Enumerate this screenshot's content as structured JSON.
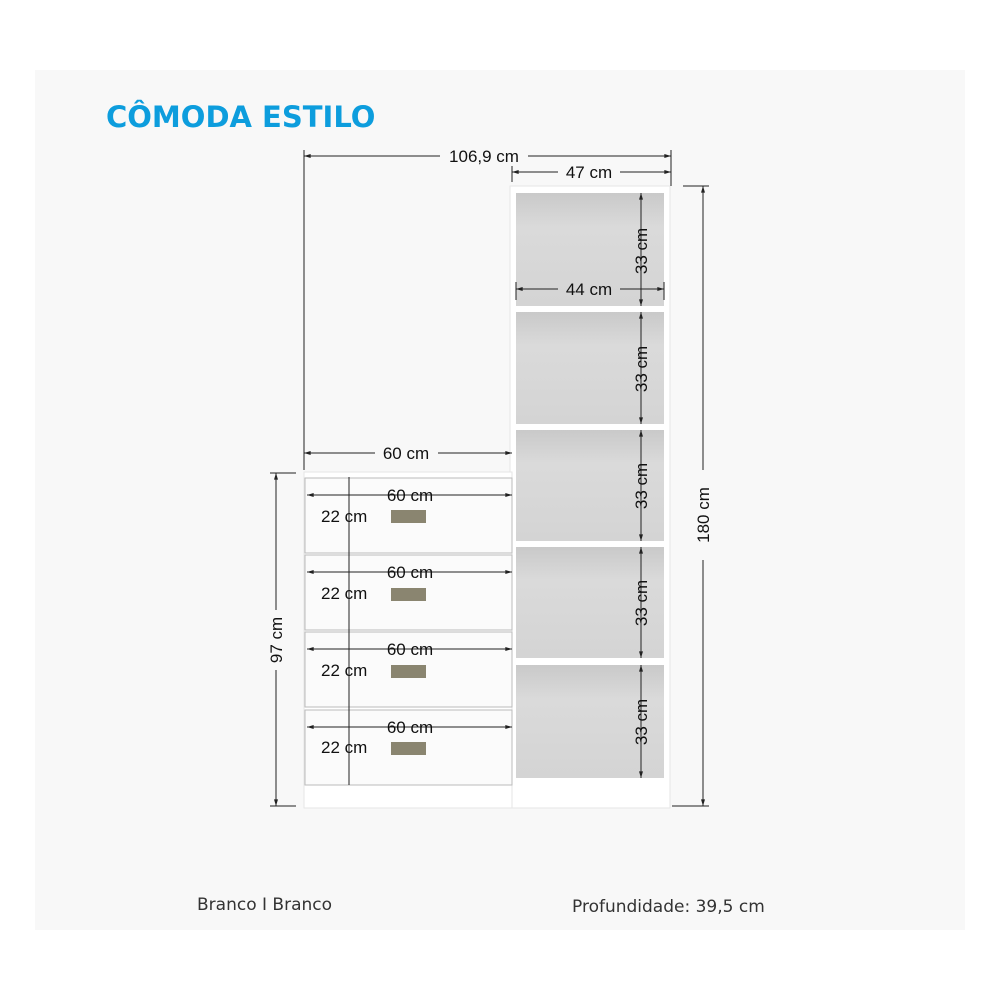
{
  "title": "CÔMODA ESTILO",
  "dimensions": {
    "total_width": "106,9 cm",
    "shelf_width": "47 cm",
    "shelf_inner_width": "44 cm",
    "shelf_heights": [
      "33 cm",
      "33 cm",
      "33 cm",
      "33 cm",
      "33 cm"
    ],
    "total_height": "180 cm",
    "dresser_width": "60 cm",
    "dresser_height": "97 cm",
    "drawers": [
      {
        "width": "60 cm",
        "height": "22 cm"
      },
      {
        "width": "60 cm",
        "height": "22 cm"
      },
      {
        "width": "60 cm",
        "height": "22 cm"
      },
      {
        "width": "60 cm",
        "height": "22 cm"
      }
    ]
  },
  "footer": {
    "color": "Branco I Branco",
    "depth": "Profundidade: 39,5 cm"
  },
  "colors": {
    "title": "#0d9ddd",
    "handle": "#8a8570",
    "panel": "#f7f7f7"
  }
}
